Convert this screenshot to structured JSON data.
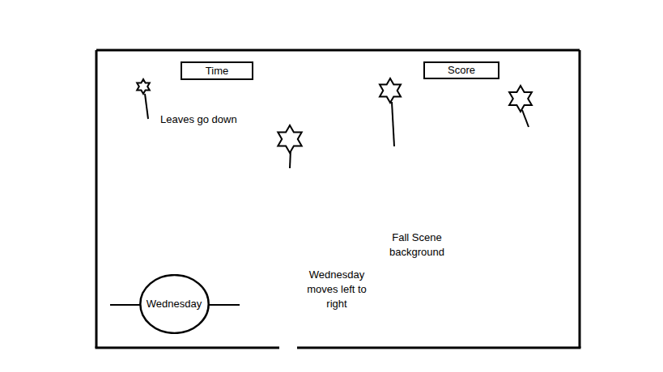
{
  "diagram": {
    "nodes": [
      {
        "text": [
          "Time"
        ]
      },
      {
        "text": [
          "Score"
        ]
      },
      {
        "text": [
          "Wednesday"
        ]
      }
    ],
    "labels": [
      "Leaves go down",
      "Fall Scene background",
      "Wednesday moves left to right"
    ]
  }
}
